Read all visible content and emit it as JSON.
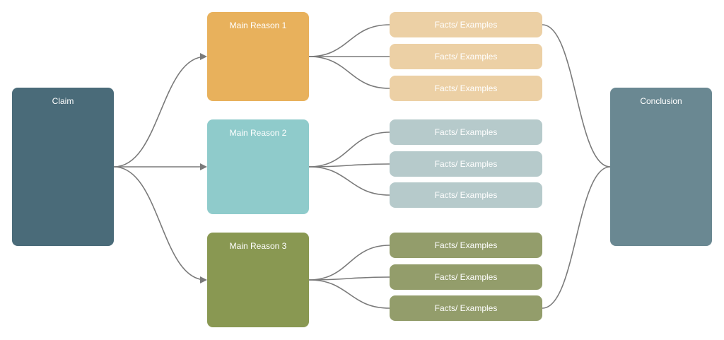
{
  "claim": {
    "label": "Claim",
    "color": "#4a6b79"
  },
  "conclusion": {
    "label": "Conclusion",
    "color": "#6a8892"
  },
  "reasons": [
    {
      "label": "Main Reason 1",
      "color": "#e8b15c",
      "fact_color": "#ecd0a5",
      "facts": [
        "Facts/ Examples",
        "Facts/ Examples",
        "Facts/ Examples"
      ]
    },
    {
      "label": "Main Reason 2",
      "color": "#8fcbcb",
      "fact_color": "#b6cacb",
      "facts": [
        "Facts/ Examples",
        "Facts/ Examples",
        "Facts/ Examples"
      ]
    },
    {
      "label": "Main Reason 3",
      "color": "#899852",
      "fact_color": "#939d6b",
      "facts": [
        "Facts/ Examples",
        "Facts/ Examples",
        "Facts/ Examples"
      ]
    }
  ],
  "connector_color": "#7a7a7a"
}
